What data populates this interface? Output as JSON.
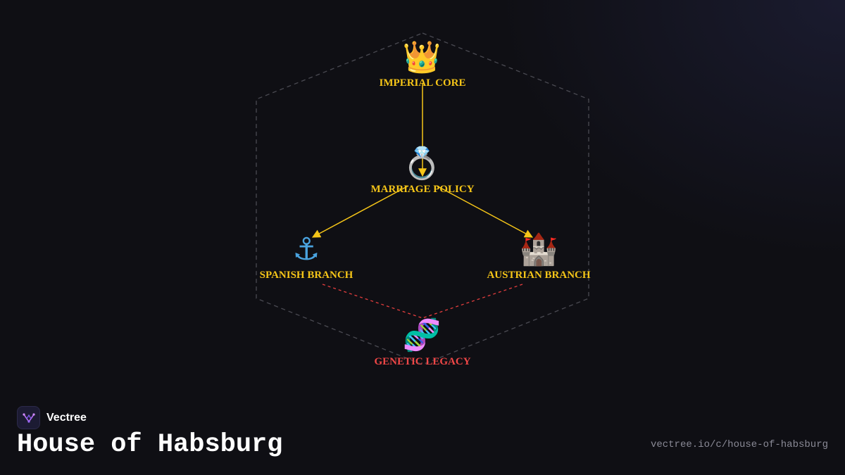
{
  "diagram": {
    "nodes": [
      {
        "id": "imperial",
        "icon": "👑",
        "icon_name": "crown-icon",
        "label": "IMPERIAL CORE",
        "color": "#f5c518"
      },
      {
        "id": "marriage",
        "icon": "💍",
        "icon_name": "ring-icon",
        "label": "MARRIAGE POLICY",
        "color": "#f5c518"
      },
      {
        "id": "spanish",
        "icon": "⚓",
        "icon_name": "anchor-icon",
        "label": "SPANISH BRANCH",
        "color": "#f5c518"
      },
      {
        "id": "austrian",
        "icon": "🏰",
        "icon_name": "castle-icon",
        "label": "AUSTRIAN BRANCH",
        "color": "#f5c518"
      },
      {
        "id": "genetic",
        "icon": "🧬",
        "icon_name": "dna-icon",
        "label": "GENETIC LEGACY",
        "color": "#f04747"
      }
    ],
    "edges": [
      {
        "from": "imperial",
        "to": "marriage",
        "style": "solid-arrow",
        "color": "#f5c518"
      },
      {
        "from": "marriage",
        "to": "spanish",
        "style": "solid-arrow",
        "color": "#f5c518"
      },
      {
        "from": "marriage",
        "to": "austrian",
        "style": "solid-arrow",
        "color": "#f5c518"
      },
      {
        "from": "spanish",
        "to": "genetic",
        "style": "dashed",
        "color": "#e53e3e"
      },
      {
        "from": "austrian",
        "to": "genetic",
        "style": "dashed",
        "color": "#e53e3e"
      }
    ],
    "boundary_color": "#4a4a52"
  },
  "brand": {
    "name": "Vectree"
  },
  "title": "House of Habsburg",
  "url": "vectree.io/c/house-of-habsburg"
}
